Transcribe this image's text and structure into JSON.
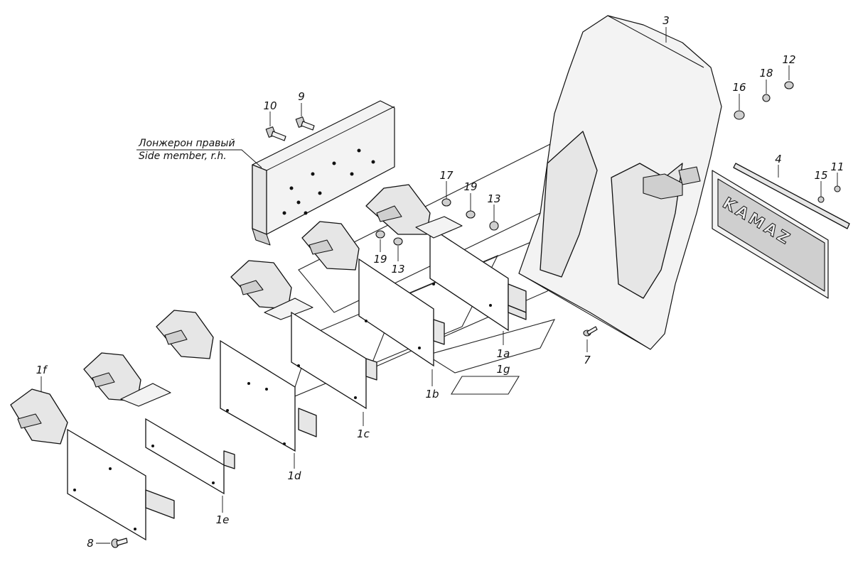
{
  "side_member_caption": {
    "ru": "Лонжерон правый",
    "en": "Side member, r.h."
  },
  "logo_text": "KAMAZ",
  "labels": {
    "l1a": "1a",
    "l1b": "1b",
    "l1c": "1c",
    "l1d": "1d",
    "l1e": "1e",
    "l1f": "1f",
    "l1g": "1g",
    "l3": "3",
    "l4": "4",
    "l7": "7",
    "l8": "8",
    "l9": "9",
    "l10": "10",
    "l11": "11",
    "l12": "12",
    "l13a": "13",
    "l13b": "13",
    "l15": "15",
    "l16": "16",
    "l17": "17",
    "l18": "18",
    "l19a": "19",
    "l19b": "19"
  }
}
